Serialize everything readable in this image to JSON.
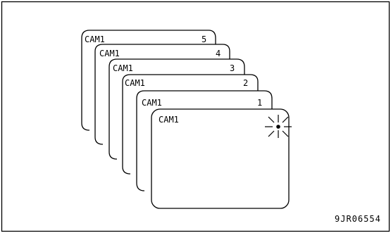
{
  "reference_code": "9JR06554",
  "screens": [
    {
      "camera": "CAM1",
      "number": "5"
    },
    {
      "camera": "CAM1",
      "number": "4"
    },
    {
      "camera": "CAM1",
      "number": "3"
    },
    {
      "camera": "CAM1",
      "number": "2"
    },
    {
      "camera": "CAM1",
      "number": "1"
    },
    {
      "camera": "CAM1",
      "number": ""
    }
  ],
  "flash_icon": "sparkle-burst-icon"
}
